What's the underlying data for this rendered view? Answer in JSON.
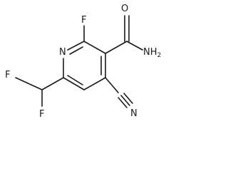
{
  "molecule": {
    "atoms": {
      "carbonyl_o": "O",
      "amide_n": "NH",
      "amide_h": "2",
      "ring_f": "F",
      "ring_n": "N",
      "cf2_f_left": "F",
      "cf2_f_bottom": "F",
      "nitrile_n": "N"
    }
  }
}
